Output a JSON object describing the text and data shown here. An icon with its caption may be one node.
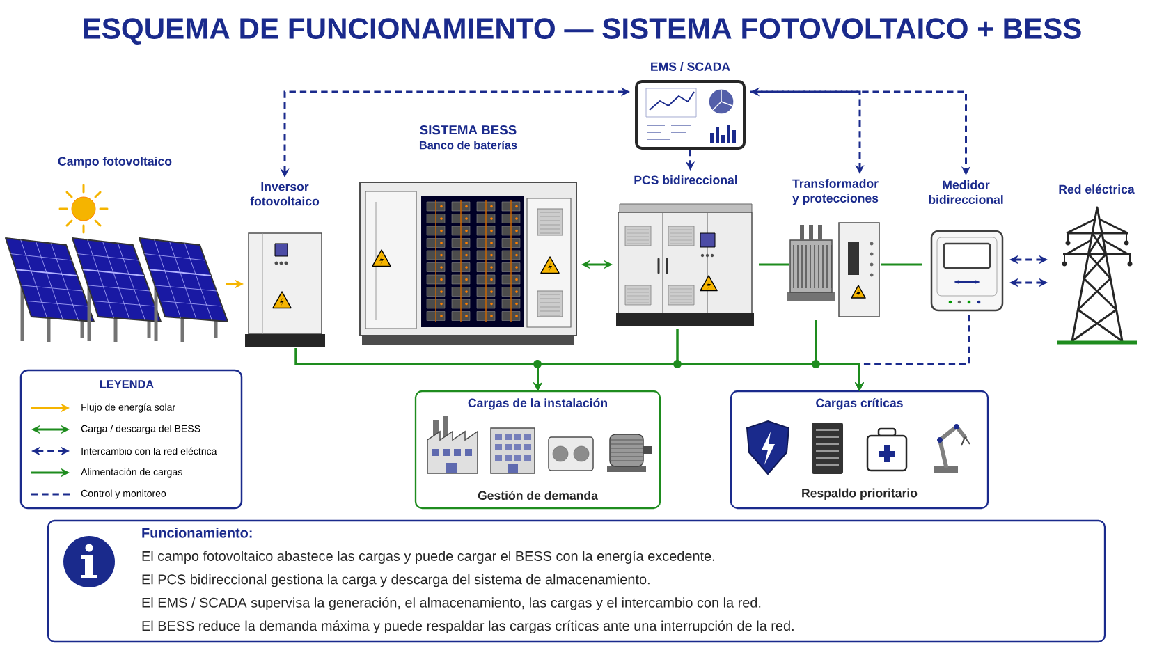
{
  "diagram": {
    "title": "ESQUEMA DE FUNCIONAMIENTO — SISTEMA FOTOVOLTAICO + BESS",
    "nodes": [
      {
        "text": [
          "Campo fotovoltaico"
        ]
      },
      {
        "text": [
          "Inversor fotovoltaico"
        ]
      },
      {
        "text": [
          "SISTEMA BESS",
          "Banco de baterías"
        ]
      },
      {
        "text": [
          "EMS / SCADA"
        ]
      },
      {
        "text": [
          "PCS bidireccional"
        ]
      },
      {
        "text": [
          "Transformador y protecciones"
        ]
      },
      {
        "text": [
          "Medidor bidireccional"
        ]
      },
      {
        "text": [
          "Red eléctrica"
        ]
      },
      {
        "text": [
          "Cargas de la instalación",
          "Gestión de demanda"
        ]
      },
      {
        "text": [
          "Cargas críticas",
          "Respaldo prioritario"
        ]
      },
      {
        "text": [
          "Funcionamiento:",
          "El campo fotovoltaico abastece las cargas y puede cargar el BESS con la energía excedente.",
          "El PCS bidireccional gestiona la carga y descarga del sistema de almacenamiento.",
          "El EMS / SCADA supervisa la generación, el almacenamiento, las cargas y el intercambio con la red.",
          "El BESS reduce la demanda máxima y puede respaldar las cargas críticas ante una interrupción de la red."
        ]
      }
    ],
    "edges": [
      {
        "from": 0,
        "to": 1,
        "arrow": "to",
        "color": "#f5b400"
      },
      {
        "from": 2,
        "to": 4,
        "arrow": "both"
      },
      {
        "from": 3,
        "to": 1,
        "arrow": "both",
        "style": "dashed",
        "color": "#1a2a8c"
      },
      {
        "from": 3,
        "to": 4,
        "arrow": "to",
        "style": "dashed",
        "color": "#1a2a8c"
      },
      {
        "from": 3,
        "to": 5,
        "arrow": "to",
        "style": "dashed",
        "color": "#1a2a8c"
      },
      {
        "from": 3,
        "to": 6,
        "arrow": "both",
        "style": "dashed",
        "color": "#1a2a8c"
      },
      {
        "from": 4,
        "to": 5,
        "arrow": "none"
      },
      {
        "from": 5,
        "to": 6,
        "arrow": "none"
      },
      {
        "from": 6,
        "to": 7,
        "arrow": "both",
        "style": "dashed",
        "color": "#1a2a8c"
      },
      {
        "from": 6,
        "to": 7,
        "arrow": "both",
        "style": "dashed",
        "color": "#1a2a8c"
      },
      {
        "from": 6,
        "to": 9,
        "arrow": "to",
        "style": "dashed",
        "color": "#1a2a8c"
      },
      {
        "from": 1,
        "to": 8,
        "arrow": "to"
      },
      {
        "from": 1,
        "to": 9,
        "arrow": "to"
      },
      {
        "from": 4,
        "to": 8,
        "arrow": "to"
      },
      {
        "from": 4,
        "to": 9,
        "arrow": "to"
      },
      {
        "from": 5,
        "to": 8,
        "arrow": "to"
      },
      {
        "from": 5,
        "to": 9,
        "arrow": "to"
      }
    ],
    "labels": [
      "LEYENDA"
    ],
    "legend": [
      {
        "text": "Flujo de energía solar"
      },
      {
        "text": "Carga / descarga del BESS"
      },
      {
        "text": "Intercambio con la red eléctrica"
      },
      {
        "text": "Alimentación de cargas"
      },
      {
        "text": "Control y monitoreo"
      }
    ]
  }
}
